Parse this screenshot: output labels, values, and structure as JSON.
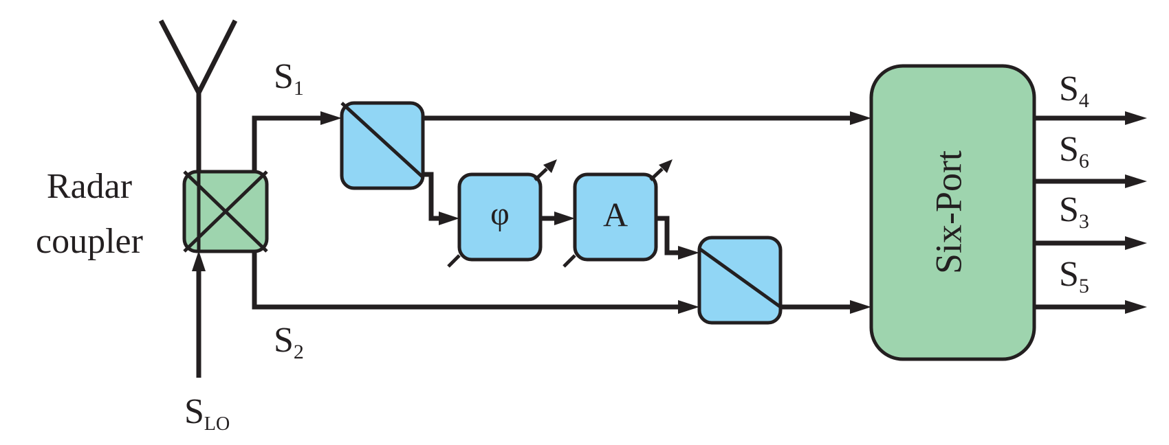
{
  "labels": {
    "s1": "S",
    "s1_sub": "1",
    "s2": "S",
    "s2_sub": "2",
    "s3": "S",
    "s3_sub": "3",
    "s4": "S",
    "s4_sub": "4",
    "s5": "S",
    "s5_sub": "5",
    "s6": "S",
    "s6_sub": "6",
    "slo": "S",
    "slo_sub": "LO",
    "coupler_line1": "Radar",
    "coupler_line2": "coupler",
    "phase_shifter": "φ",
    "attenuator": "A",
    "six_port": "Six-Port"
  },
  "colors": {
    "blue_block": "#91d6f5",
    "green_block": "#9ed4ae",
    "line": "#231f20"
  }
}
